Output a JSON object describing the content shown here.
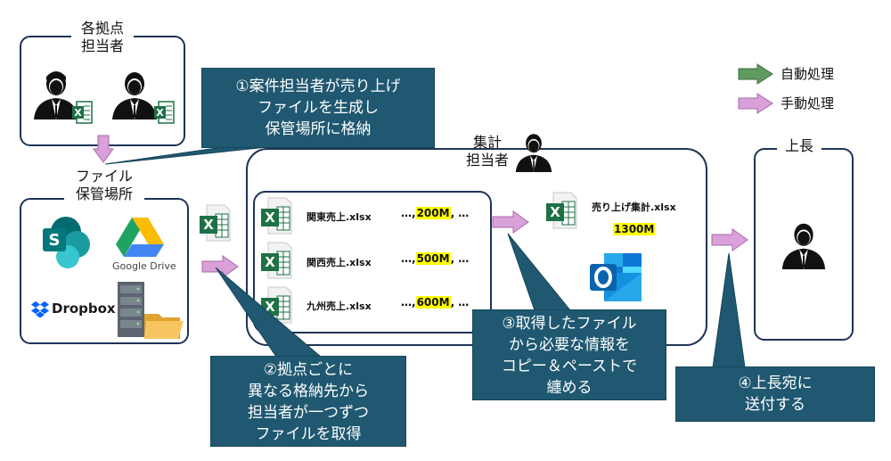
{
  "branches": {
    "title_line1": "各拠点",
    "title_line2": "担当者"
  },
  "storage": {
    "title_line1": "ファイル",
    "title_line2": "保管場所",
    "google_drive_label": "Google Drive",
    "dropbox_label": "Dropbox"
  },
  "aggregator": {
    "title_line1": "集計",
    "title_line2": "担当者"
  },
  "boss": {
    "title": "上長"
  },
  "files": [
    {
      "name": "関東売上.xlsx",
      "prefix": "…,",
      "value": "200M",
      "suffix": ", …"
    },
    {
      "name": "関西売上.xlsx",
      "prefix": "…,",
      "value": "500M",
      "suffix": ", …"
    },
    {
      "name": "九州売上.xlsx",
      "prefix": "…,",
      "value": "600M",
      "suffix": ", …"
    }
  ],
  "summary": {
    "name": "売り上げ集計.xlsx",
    "value": "1300M"
  },
  "legend": {
    "auto": "自動処理",
    "manual": "手動処理"
  },
  "callouts": {
    "c1": [
      "①案件担当者が売り上げ",
      "ファイルを生成し",
      "保管場所に格納"
    ],
    "c2": [
      "②拠点ごとに",
      "異なる格納先から",
      "担当者が一つずつ",
      "ファイルを取得"
    ],
    "c3": [
      "③取得したファイル",
      "から必要な情報を",
      "コピー＆ペーストで",
      "纏める"
    ],
    "c4": [
      "④上長宛に",
      "送付する"
    ]
  },
  "colors": {
    "callout": "#1f5870",
    "manual_arrow": "#d9a0d9",
    "auto_arrow": "#5f9a5f",
    "excel": "#1e7145",
    "border": "#1f3358"
  }
}
